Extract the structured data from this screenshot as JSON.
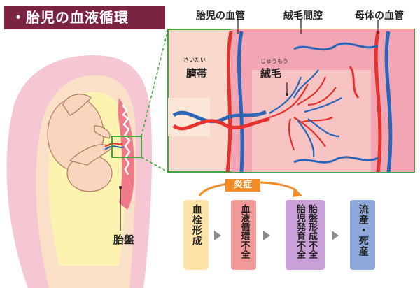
{
  "title": "・胎児の血液循環",
  "labels": {
    "fetal_vessel": "胎児の血管",
    "intervillous_space": "絨毛間腔",
    "maternal_vessel": "母体の血管",
    "umbilical_cord_ruby": "さいたい",
    "umbilical_cord": "臍帯",
    "villi_ruby": "じゅうもう",
    "villi": "絨毛",
    "placenta": "胎盤"
  },
  "flow": {
    "inflammation": "炎症",
    "steps": [
      "血栓形成",
      "血液循環不全",
      "胎盤形成不全",
      "流産・死産"
    ],
    "step3_col1": "胎盤形成不全",
    "step3_col2": "胎児発育不全"
  },
  "colors": {
    "title_bg": "#7b2343",
    "artery": "#e5322d",
    "vein": "#2a66b8",
    "uterus": "#f5c7d3",
    "placenta_box": "#f2a6b4",
    "inset_border": "#3aa935",
    "step1": "#fde3a7",
    "step2": "#f29a9a",
    "step3": "#c9a0d8",
    "step4": "#8fa8dc",
    "inflam": "#f28c28"
  },
  "icons": [
    "fetus-illustration",
    "uterus-illustration",
    "placenta-illustration",
    "blood-vessel-illustration",
    "arrow-right-icon",
    "curved-arrow-icon"
  ]
}
